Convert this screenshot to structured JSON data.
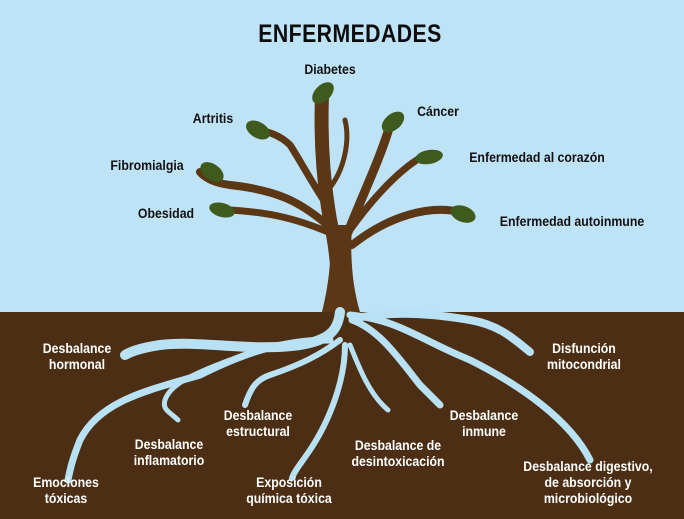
{
  "title": "ENFERMEDADES",
  "diseases": [
    {
      "label": "Diabetes"
    },
    {
      "label": "Artritis"
    },
    {
      "label": "Cáncer"
    },
    {
      "label": "Fibromialgia"
    },
    {
      "label": "Enfermedad al corazón"
    },
    {
      "label": "Obesidad"
    },
    {
      "label": "Enfermedad autoinmune"
    }
  ],
  "roots": [
    {
      "line1": "Desbalance",
      "line2": "hormonal"
    },
    {
      "line1": "Disfunción",
      "line2": "mitocondrial"
    },
    {
      "line1": "Desbalance",
      "line2": "estructural"
    },
    {
      "line1": "Desbalance",
      "line2": "inmune"
    },
    {
      "line1": "Desbalance",
      "line2": "inflamatorio"
    },
    {
      "line1": "Desbalance de",
      "line2": "desintoxicación"
    },
    {
      "line1": "Emociones",
      "line2": "tóxicas"
    },
    {
      "line1": "Exposición",
      "line2": "química tóxica"
    },
    {
      "line1": "Desbalance digestivo,",
      "line2": "de absorción y",
      "line3": "microbiológico"
    }
  ],
  "colors": {
    "sky": "#bfe3f6",
    "soil": "#4b2e13",
    "tree": "#5b3715",
    "roots": "#b9e1f4",
    "leaf": "#3e5a1d"
  }
}
